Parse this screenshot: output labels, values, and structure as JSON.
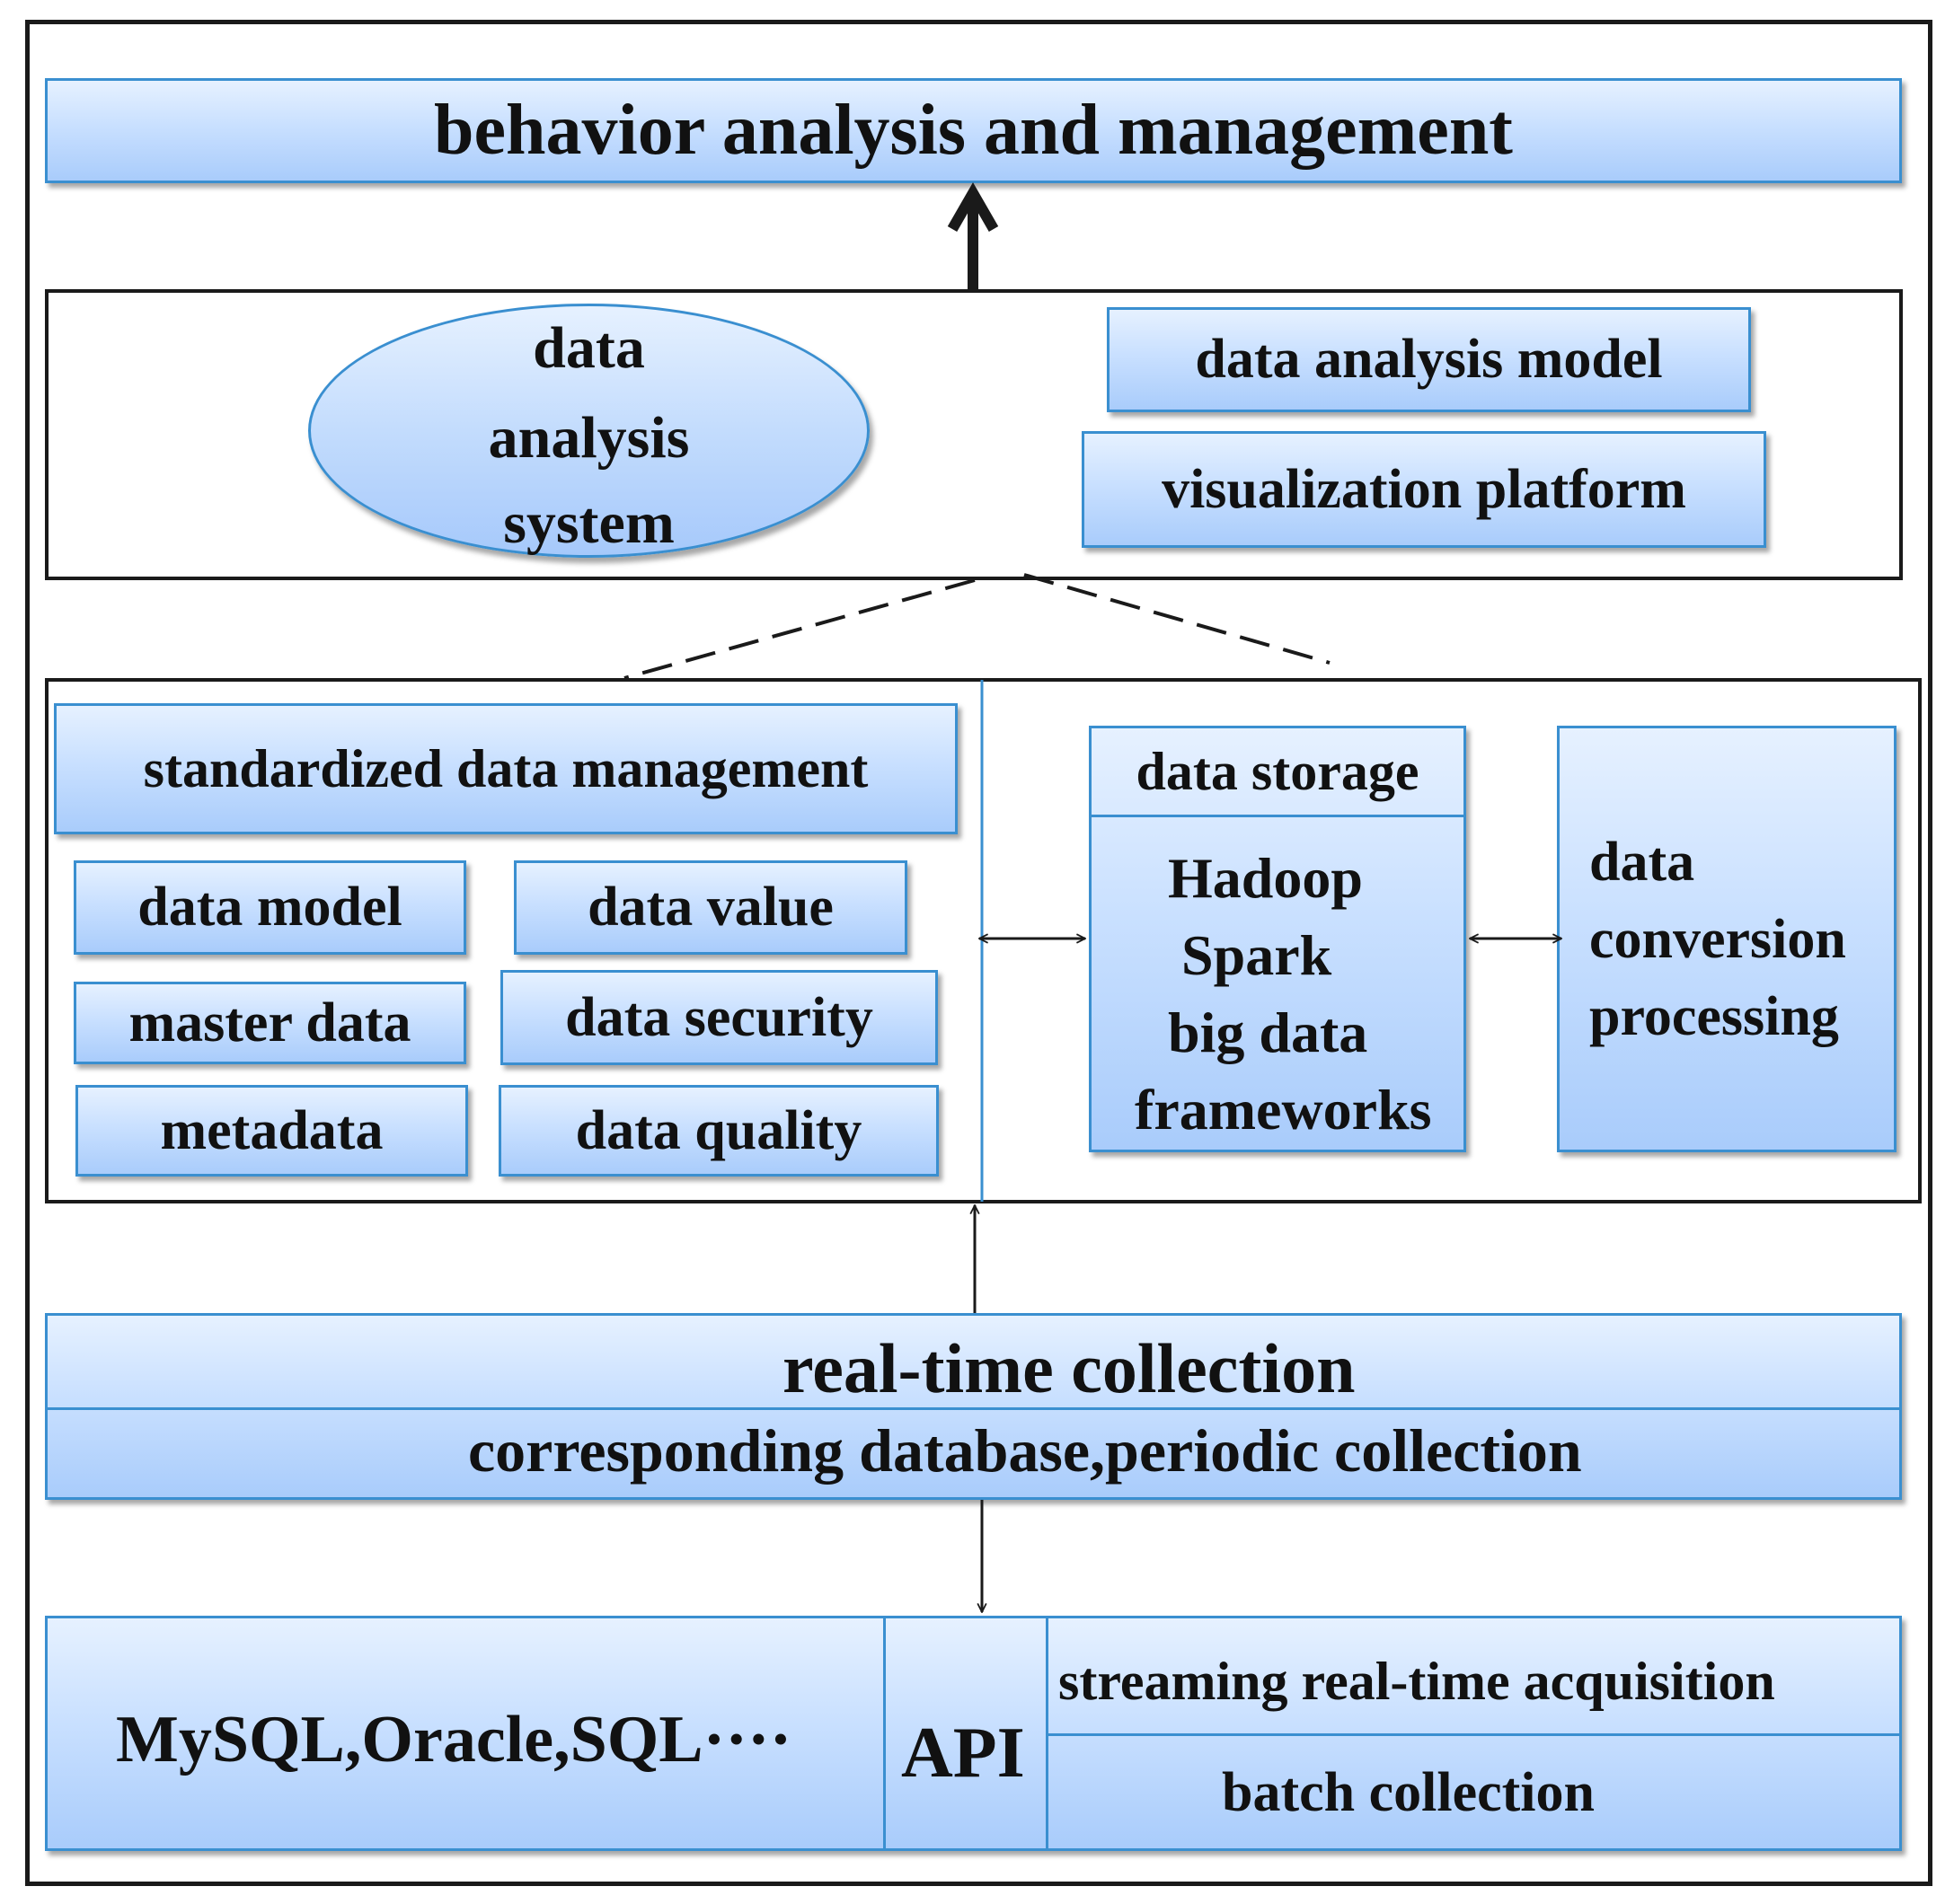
{
  "title": "behavior  analysis and management",
  "analysis_layer": {
    "system_lines": [
      "data",
      "analysis",
      "system"
    ],
    "model_label": "data analysis model",
    "visualization_label": "visualization platform"
  },
  "management_layer": {
    "standardized_label": "standardized data management",
    "data_model": "data model",
    "data_value": "data value",
    "master_data": "master data",
    "data_security": "data security",
    "metadata": "metadata",
    "data_quality": "data quality",
    "storage_title": "data storage",
    "storage_lines": [
      "Hadoop",
      "Spark",
      "big data",
      "frameworks"
    ],
    "conversion_lines": [
      "data",
      "conversion",
      "processing"
    ]
  },
  "collection_layer": {
    "realtime_label": "real-time collection",
    "periodic_label": "corresponding database,periodic collection"
  },
  "source_layer": {
    "databases_label": "MySQL,Oracle,SQL····",
    "api_label": "API",
    "streaming_label": "streaming real-time acquisition",
    "batch_label": "batch collection"
  },
  "colors": {
    "box_fill_top": "#e6f1ff",
    "box_fill_bottom": "#a9ccfb",
    "box_border": "#3a8fd0",
    "line": "#1a1a1a"
  }
}
